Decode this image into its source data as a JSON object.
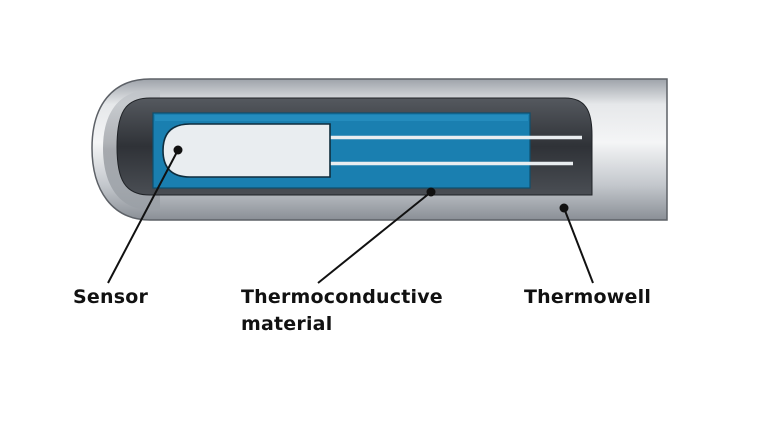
{
  "labels": {
    "sensor": "Sensor",
    "thermoconductive_line1": "Thermoconductive",
    "thermoconductive_line2": "material",
    "thermowell": "Thermowell"
  },
  "colors": {
    "background": "#ffffff",
    "thermowell_metal": "#c9ccd0",
    "thermowell_dark": "#3a3d42",
    "thermoconductive_material": "#1a7fb0",
    "sensor_body": "#e9edf0",
    "leader_lines": "#111111",
    "label_text": "#111111"
  }
}
